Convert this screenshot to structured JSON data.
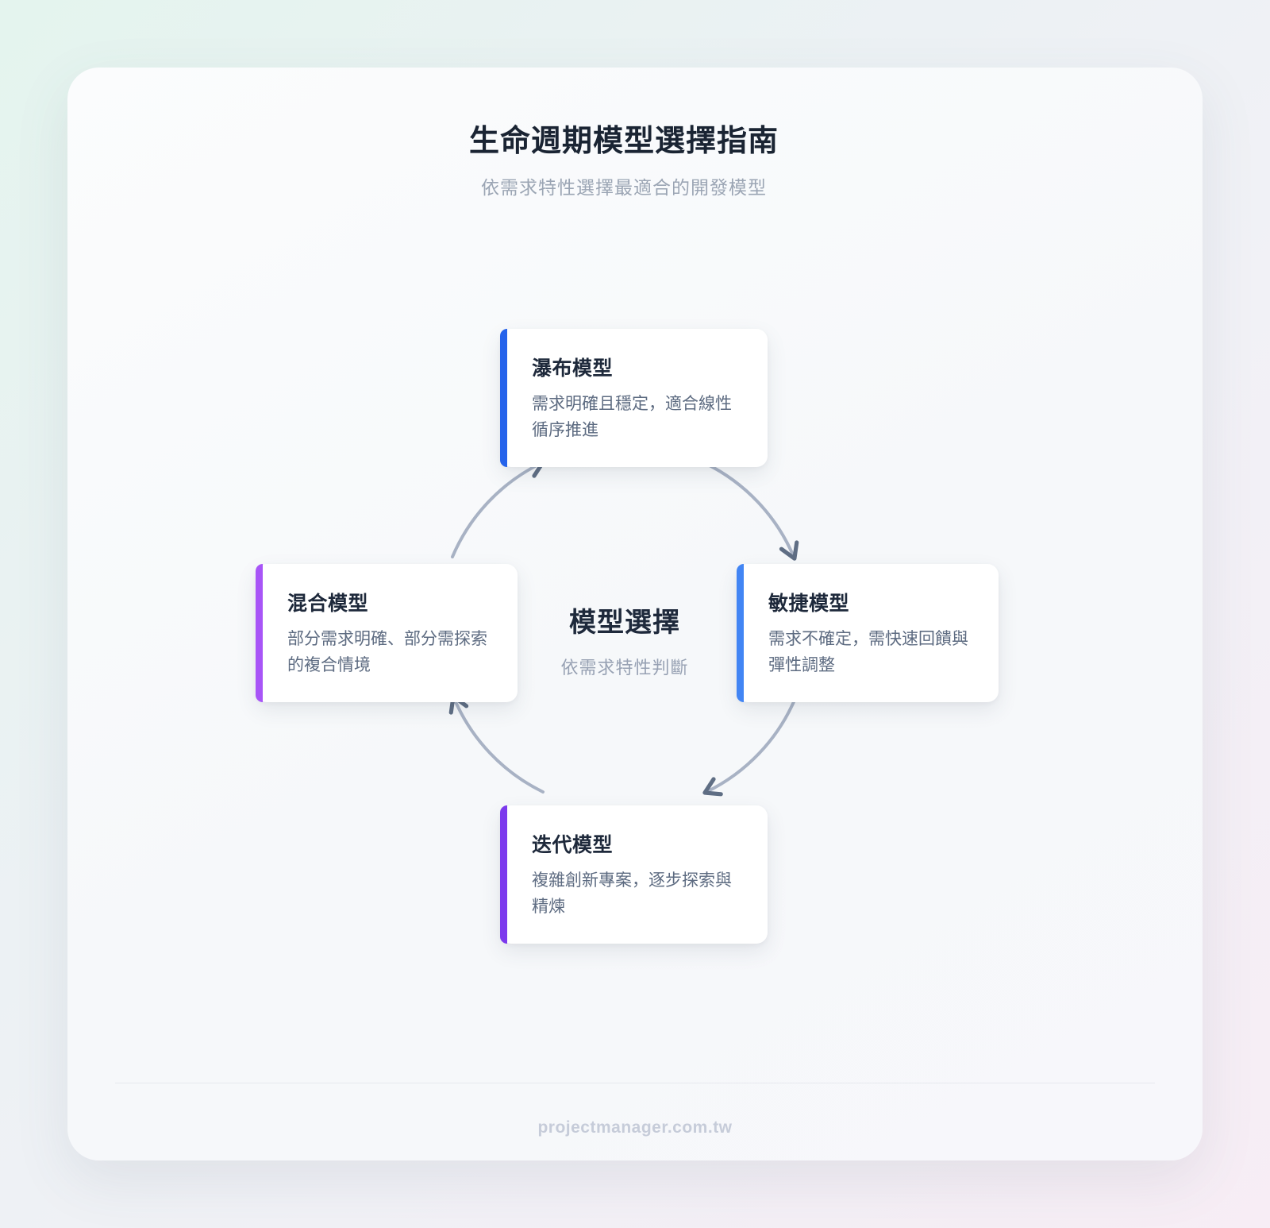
{
  "page": {
    "title": "生命週期模型選擇指南",
    "subtitle": "依需求特性選擇最適合的開發模型",
    "footer": "projectmanager.com.tw"
  },
  "center": {
    "title": "模型選擇",
    "subtitle": "依需求特性判斷"
  },
  "cards": [
    {
      "id": "waterfall",
      "position": "top",
      "accent_color": "#2563eb",
      "title": "瀑布模型",
      "description": "需求明確且穩定，適合線性循序推進"
    },
    {
      "id": "agile",
      "position": "right",
      "accent_color": "#4285f4",
      "title": "敏捷模型",
      "description": "需求不確定，需快速回饋與彈性調整"
    },
    {
      "id": "iterative",
      "position": "bottom",
      "accent_color": "#7c3aed",
      "title": "迭代模型",
      "description": "複雜創新專案，逐步探索與精煉"
    },
    {
      "id": "hybrid",
      "position": "left",
      "accent_color": "#a855f7",
      "title": "混合模型",
      "description": "部分需求明確、部分需探索的複合情境"
    }
  ],
  "colors": {
    "background_start": "#e4f4ee",
    "background_end": "#f7edf5",
    "panel": "#f9fafc",
    "title_text": "#1a2433",
    "muted_text": "#9ba5b4",
    "body_text": "#5d6b81",
    "arrow_arc": "#a8b2c4",
    "arrow_head": "#5f6e84"
  },
  "cycle": "clockwise"
}
